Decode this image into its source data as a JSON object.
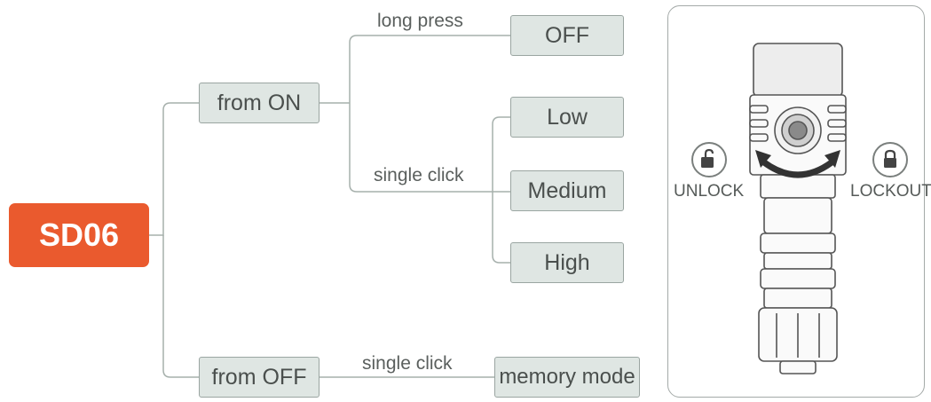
{
  "root": {
    "label": "SD06"
  },
  "branches": {
    "from_on": {
      "label": "from ON",
      "long_press": {
        "edge_label": "long press",
        "target": "OFF"
      },
      "single_click": {
        "edge_label": "single click",
        "targets": [
          "Low",
          "Medium",
          "High"
        ]
      }
    },
    "from_off": {
      "label": "from OFF",
      "single_click": {
        "edge_label": "single click",
        "target": "memory mode"
      }
    }
  },
  "device": {
    "unlock_label": "UNLOCK",
    "lockout_label": "LOCKOUT",
    "unlock_icon": "unlock-icon",
    "lock_icon": "lock-icon"
  },
  "colors": {
    "root_fill": "#ea5a2e",
    "node_fill": "#dfe6e3",
    "node_border": "#9aa5a1",
    "connector": "#a6b0ac"
  }
}
